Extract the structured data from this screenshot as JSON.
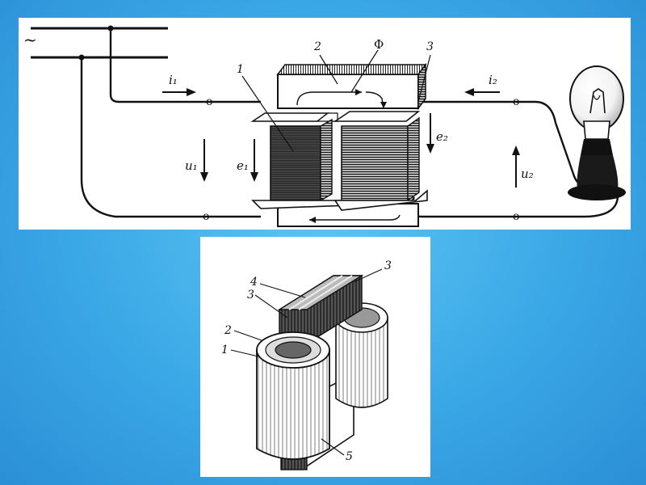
{
  "top_diagram": {
    "ac_symbol": "~",
    "labels": {
      "current_primary": "i₁",
      "current_secondary": "i₂",
      "voltage_primary": "u₁",
      "emf_primary": "e₁",
      "emf_secondary": "e₂",
      "voltage_secondary": "u₂",
      "flux": "Φ",
      "part_1": "1",
      "part_2": "2",
      "part_3": "3"
    }
  },
  "bottom_diagram": {
    "labels": {
      "part_1": "1",
      "part_2": "2",
      "part_3_left": "3",
      "part_3_right": "3",
      "part_4": "4",
      "part_5": "5"
    }
  },
  "colors": {
    "background": "#3aa7e6",
    "panel": "#ffffff",
    "ink": "#111111"
  }
}
